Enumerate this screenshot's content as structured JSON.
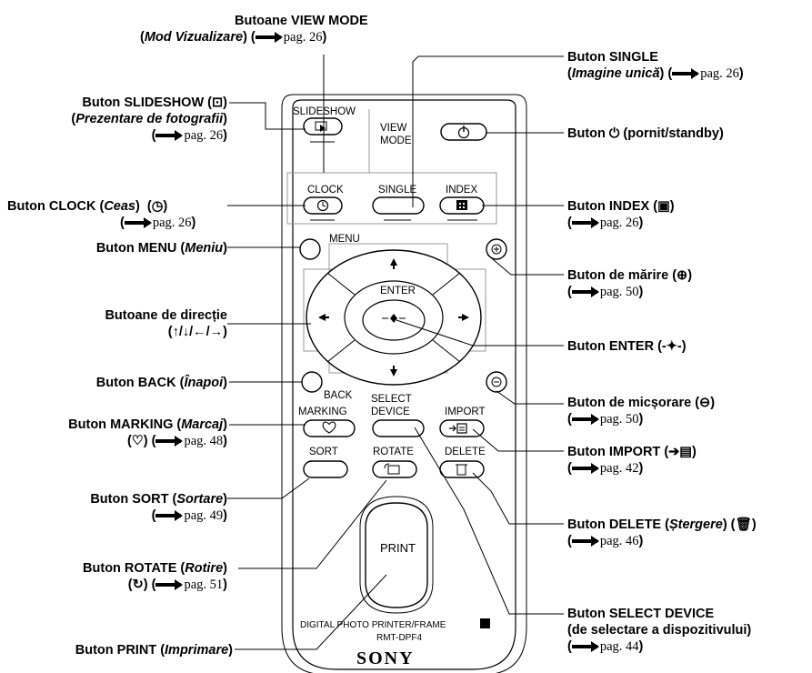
{
  "callouts": {
    "view_mode": {
      "title": "Butoane VIEW MODE",
      "sub_italic": "Mod Vizualizare",
      "page": "pag. 26"
    },
    "single": {
      "title": "Buton SINGLE",
      "sub_italic": "Imagine unică",
      "page": "pag. 26"
    },
    "slideshow": {
      "title": "Buton SLIDESHOW (",
      "sub_italic": "Prezentare de fotografii",
      "page": "pag. 26"
    },
    "power": {
      "title_a": "Buton ",
      "title_b": " (pornit/standby)"
    },
    "clock": {
      "title": "Buton CLOCK (",
      "italic": "Ceas",
      "page": "pag. 26"
    },
    "index": {
      "title": "Buton INDEX (",
      "page": "pag. 26"
    },
    "menu": {
      "title": "Buton MENU (",
      "italic": "Meniu"
    },
    "zoom_in": {
      "title": "Buton de mărire (",
      "page": "pag. 50"
    },
    "direction": {
      "title": "Butoane de direcție",
      "sub": "(↑/↓/←/→)"
    },
    "enter": {
      "title": "Buton ENTER (-✦-)"
    },
    "back": {
      "title": "Buton BACK (",
      "italic": "Înapoi"
    },
    "zoom_out": {
      "title": "Buton de micșorare (",
      "page": "pag. 50"
    },
    "marking": {
      "title": "Buton MARKING (",
      "italic": "Marcaj",
      "page": "pag. 48"
    },
    "import": {
      "title": "Buton IMPORT (",
      "page": "pag. 42"
    },
    "sort": {
      "title": "Buton SORT (",
      "italic": "Sortare",
      "page": "pag. 49"
    },
    "delete": {
      "title": "Buton DELETE (",
      "italic": "Ștergere",
      "page": "pag. 46"
    },
    "rotate": {
      "title": "Buton ROTATE (",
      "italic": "Rotire",
      "page": "pag. 51"
    },
    "select_device": {
      "title": "Buton SELECT DEVICE",
      "sub": "(de selectare a dispozitivului)",
      "page": "pag. 44"
    },
    "print": {
      "title": "Buton PRINT (",
      "italic": "Imprimare"
    }
  },
  "remote": {
    "slideshow": "SLIDESHOW",
    "view": "VIEW",
    "mode": "MODE",
    "clock": "CLOCK",
    "single": "SINGLE",
    "index": "INDEX",
    "menu": "MENU",
    "enter": "ENTER",
    "back": "BACK",
    "select": "SELECT",
    "device": "DEVICE",
    "marking": "MARKING",
    "import": "IMPORT",
    "sort": "SORT",
    "rotate": "ROTATE",
    "delete": "DELETE",
    "print": "PRINT",
    "model_line": "DIGITAL PHOTO PRINTER/FRAME",
    "model": "RMT-DPF4",
    "brand": "SONY"
  }
}
